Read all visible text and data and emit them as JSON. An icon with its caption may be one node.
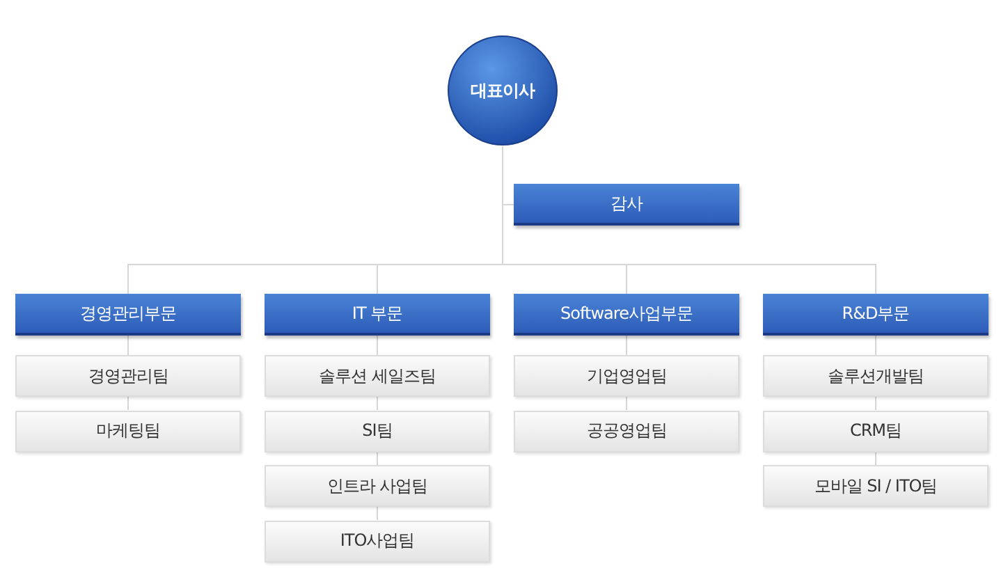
{
  "diagram": {
    "nodes": [
      {
        "text": [
          "대표이사"
        ]
      },
      {
        "text": [
          "감사"
        ]
      },
      {
        "text": [
          "경영관리부문"
        ]
      },
      {
        "text": [
          "IT 부문"
        ]
      },
      {
        "text": [
          "Software사업부문"
        ]
      },
      {
        "text": [
          "R&D부문"
        ]
      },
      {
        "text": [
          "경영관리팀"
        ]
      },
      {
        "text": [
          "마케팅팀"
        ]
      },
      {
        "text": [
          "솔루션 세일즈팀"
        ]
      },
      {
        "text": [
          "SI팀"
        ]
      },
      {
        "text": [
          "인트라 사업팀"
        ]
      },
      {
        "text": [
          "ITO사업팀"
        ]
      },
      {
        "text": [
          "기업영업팀"
        ]
      },
      {
        "text": [
          "공공영업팀"
        ]
      },
      {
        "text": [
          "솔루션개발팀"
        ]
      },
      {
        "text": [
          "CRM팀"
        ]
      },
      {
        "text": [
          "모바일 SI / ITO팀"
        ]
      }
    ],
    "edges": [
      {
        "from": 0,
        "to": 1,
        "arrow": "none"
      },
      {
        "from": 0,
        "to": 2,
        "arrow": "none"
      },
      {
        "from": 0,
        "to": 3,
        "arrow": "none"
      },
      {
        "from": 0,
        "to": 4,
        "arrow": "none"
      },
      {
        "from": 0,
        "to": 5,
        "arrow": "none"
      },
      {
        "from": 2,
        "to": 6,
        "arrow": "none"
      },
      {
        "from": 6,
        "to": 7,
        "arrow": "none"
      },
      {
        "from": 3,
        "to": 8,
        "arrow": "none"
      },
      {
        "from": 8,
        "to": 9,
        "arrow": "none"
      },
      {
        "from": 9,
        "to": 10,
        "arrow": "none"
      },
      {
        "from": 10,
        "to": 11,
        "arrow": "none"
      },
      {
        "from": 4,
        "to": 12,
        "arrow": "none"
      },
      {
        "from": 12,
        "to": 13,
        "arrow": "none"
      },
      {
        "from": 5,
        "to": 14,
        "arrow": "none"
      },
      {
        "from": 14,
        "to": 15,
        "arrow": "none"
      },
      {
        "from": 15,
        "to": 16,
        "arrow": "none"
      }
    ]
  }
}
